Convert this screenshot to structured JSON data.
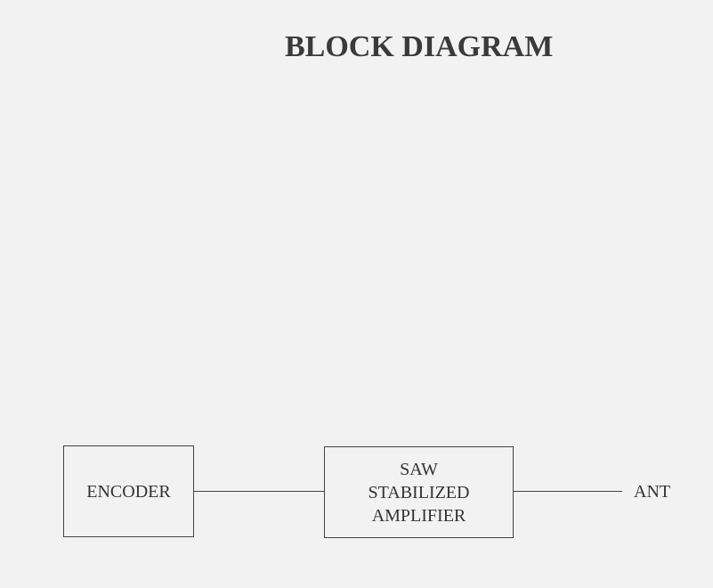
{
  "title": "BLOCK DIAGRAM",
  "blocks": {
    "encoder": "ENCODER",
    "amplifier": [
      "SAW",
      "STABILIZED",
      "AMPLIFIER"
    ]
  },
  "output_label": "ANT"
}
